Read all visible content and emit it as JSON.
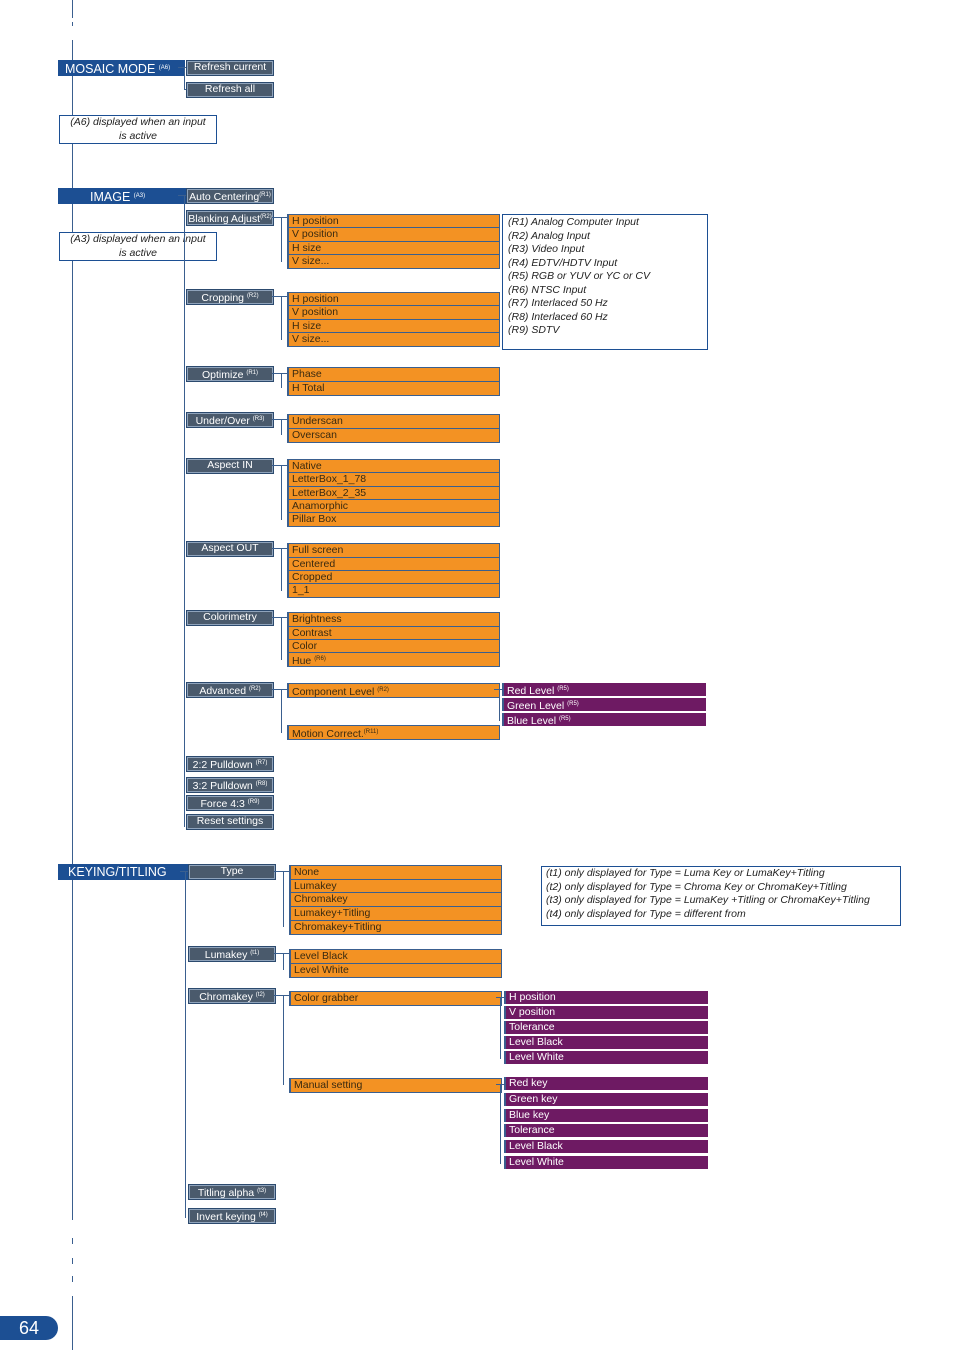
{
  "page_number": "64",
  "mosaic": {
    "title": "MOSAIC MODE",
    "sup": "(A6)",
    "items": [
      {
        "label": "Refresh current"
      },
      {
        "label": "Refresh all"
      }
    ],
    "note": [
      "(A6) displayed when an input",
      "is active"
    ]
  },
  "image": {
    "title": "IMAGE",
    "sup": "(A3)",
    "note": [
      "(A3) displayed when an input",
      "is active"
    ],
    "items": [
      {
        "label": "Auto Centering",
        "sup": "(R1)"
      },
      {
        "label": "Blanking Adjust",
        "sup": "(R2)",
        "children": [
          "H position",
          "V position",
          "H size",
          "V size..."
        ]
      },
      {
        "label": "Cropping",
        "sup": "(R2)",
        "children": [
          "H position",
          "V position",
          "H size",
          "V size..."
        ]
      },
      {
        "label": "Optimize",
        "sup": "(R1)",
        "children": [
          "Phase",
          "H Total"
        ]
      },
      {
        "label": "Under/Over",
        "sup": "(R3)",
        "children": [
          "Underscan",
          "Overscan"
        ]
      },
      {
        "label": "Aspect IN",
        "sup": "",
        "children": [
          "Native",
          "LetterBox_1_78",
          "LetterBox_2_35",
          "Anamorphic",
          "Pillar Box"
        ]
      },
      {
        "label": "Aspect OUT",
        "sup": "",
        "children": [
          "Full screen",
          "Centered",
          "Cropped",
          "1_1"
        ]
      },
      {
        "label": "Colorimetry",
        "sup": "",
        "children": [
          "Brightness",
          "Contrast",
          "Color",
          "Hue"
        ],
        "child_sups": [
          "",
          "",
          "",
          "(R6)"
        ]
      },
      {
        "label": "Advanced",
        "sup": "(R2)",
        "children": [
          "Component Level",
          "Motion Correct."
        ],
        "child_sups": [
          "(R2)",
          "(R11)"
        ],
        "component_levels": [
          {
            "label": "Red Level",
            "sup": "(R5)"
          },
          {
            "label": "Green Level",
            "sup": "(R5)"
          },
          {
            "label": "Blue Level",
            "sup": "(R5)"
          }
        ]
      },
      {
        "label": "2:2 Pulldown",
        "sup": "(R7)"
      },
      {
        "label": "3:2 Pulldown",
        "sup": "(R8)"
      },
      {
        "label": "Force 4:3",
        "sup": "(R9)"
      },
      {
        "label": "Reset settings",
        "sup": ""
      }
    ],
    "legend": [
      "(R1) Analog Computer Input",
      "(R2) Analog Input",
      "(R3) Video Input",
      "(R4) EDTV/HDTV Input",
      "(R5) RGB or YUV or YC or CV",
      "(R6) NTSC Input",
      "(R7) Interlaced 50 Hz",
      "(R8) Interlaced 60 Hz",
      "(R9) SDTV"
    ]
  },
  "keying": {
    "title": "KEYING/TITLING",
    "items": [
      {
        "label": "Type",
        "sup": "",
        "children": [
          "None",
          "Lumakey",
          "Chromakey",
          "Lumakey+Titling",
          "Chromakey+Titling"
        ]
      },
      {
        "label": "Lumakey",
        "sup": "(t1)",
        "children": [
          "Level Black",
          "Level White"
        ]
      },
      {
        "label": "Chromakey",
        "sup": "(t2)",
        "children": [
          "Color grabber",
          "Manual setting"
        ]
      },
      {
        "label": "Titling alpha",
        "sup": "(t3)"
      },
      {
        "label": "Invert keying",
        "sup": "(t4)"
      }
    ],
    "color_grabber": [
      "H position",
      "V position",
      "Tolerance",
      "Level Black",
      "Level White"
    ],
    "manual_setting": [
      "Red key",
      "Green key",
      "Blue key",
      "Tolerance",
      "Level Black",
      "Level White"
    ],
    "legend": [
      "(t1) only displayed for Type = Luma Key or LumaKey+Titling",
      "(t2) only displayed for Type = Chroma Key or ChromaKey+Titling",
      "(t3) only displayed for Type = LumaKey +Titling or ChromaKey+Titling",
      "(t4) only displayed for Type = different from"
    ]
  },
  "colors": {
    "section": "#1c4f93",
    "gray": "#4a5a6c",
    "orange": "#f39223",
    "purple": "#6e1a63"
  }
}
